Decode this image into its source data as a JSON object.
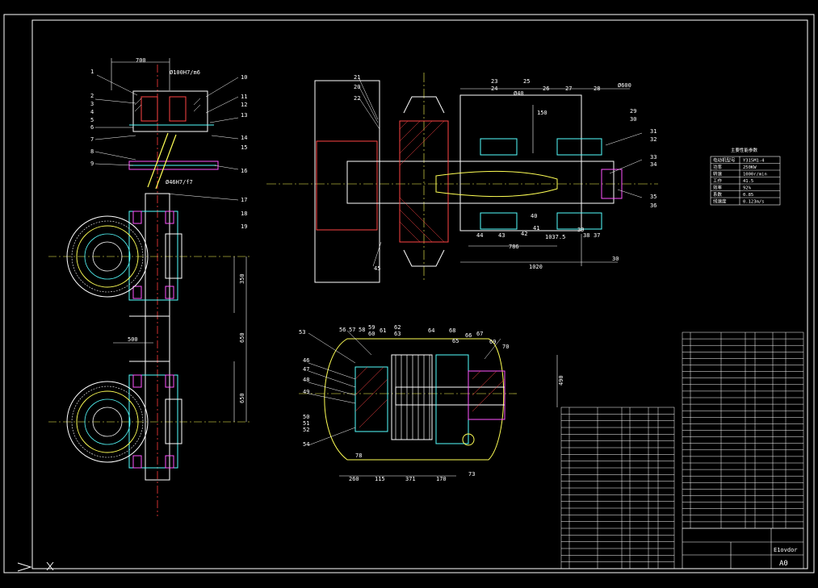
{
  "sheet": {
    "size_label": "A0",
    "title_block_name": "E1ovdor"
  },
  "top_left_view": {
    "dim_top": "700",
    "fit_top": "Ø100H7/m6",
    "fit_mid": "Ø46H7/f7",
    "dim_vert_upper": "350",
    "dim_vert_total": "650",
    "dim_vert_lower": "650",
    "dim_horiz": "500",
    "left_labels": [
      "1",
      "2",
      "3",
      "4",
      "5",
      "6",
      "7",
      "8",
      "9"
    ],
    "right_labels": [
      "10",
      "11",
      "12",
      "13",
      "14",
      "15",
      "16",
      "17",
      "18",
      "19"
    ]
  },
  "top_right_view": {
    "labels_left": [
      "21",
      "20",
      "22"
    ],
    "labels_top": [
      "23",
      "24",
      "25",
      "26",
      "27",
      "28"
    ],
    "labels_right": [
      "29",
      "30",
      "31",
      "32",
      "33",
      "34",
      "35",
      "36"
    ],
    "labels_bottom": [
      "44",
      "43",
      "42",
      "41",
      "40",
      "39",
      "38",
      "37",
      "45"
    ],
    "dims": [
      "Ø40",
      "Ø600",
      "150",
      "786",
      "1020",
      "1037.5",
      "30"
    ]
  },
  "param_table": {
    "title": "主要性能参数",
    "rows": [
      [
        "电动机型号",
        "Y315M1-4"
      ],
      [
        "功率",
        "250KW"
      ],
      [
        "转速",
        "1000r/min"
      ],
      [
        "工作",
        "41.5"
      ],
      [
        "效率",
        "92%"
      ],
      [
        "系数",
        "0.85"
      ],
      [
        "线速度",
        "0.123m/s"
      ]
    ]
  },
  "bottom_view": {
    "labels_left": [
      "53",
      "46",
      "47",
      "48",
      "49",
      "50",
      "51",
      "52",
      "54"
    ],
    "labels_top": [
      "56",
      "57",
      "58",
      "59",
      "60",
      "61",
      "62",
      "63",
      "64",
      "65",
      "66",
      "67",
      "68",
      "69",
      "70"
    ],
    "labels_bottom": [
      "78",
      "73"
    ],
    "dims": [
      "260",
      "115",
      "371",
      "170",
      "490"
    ]
  }
}
